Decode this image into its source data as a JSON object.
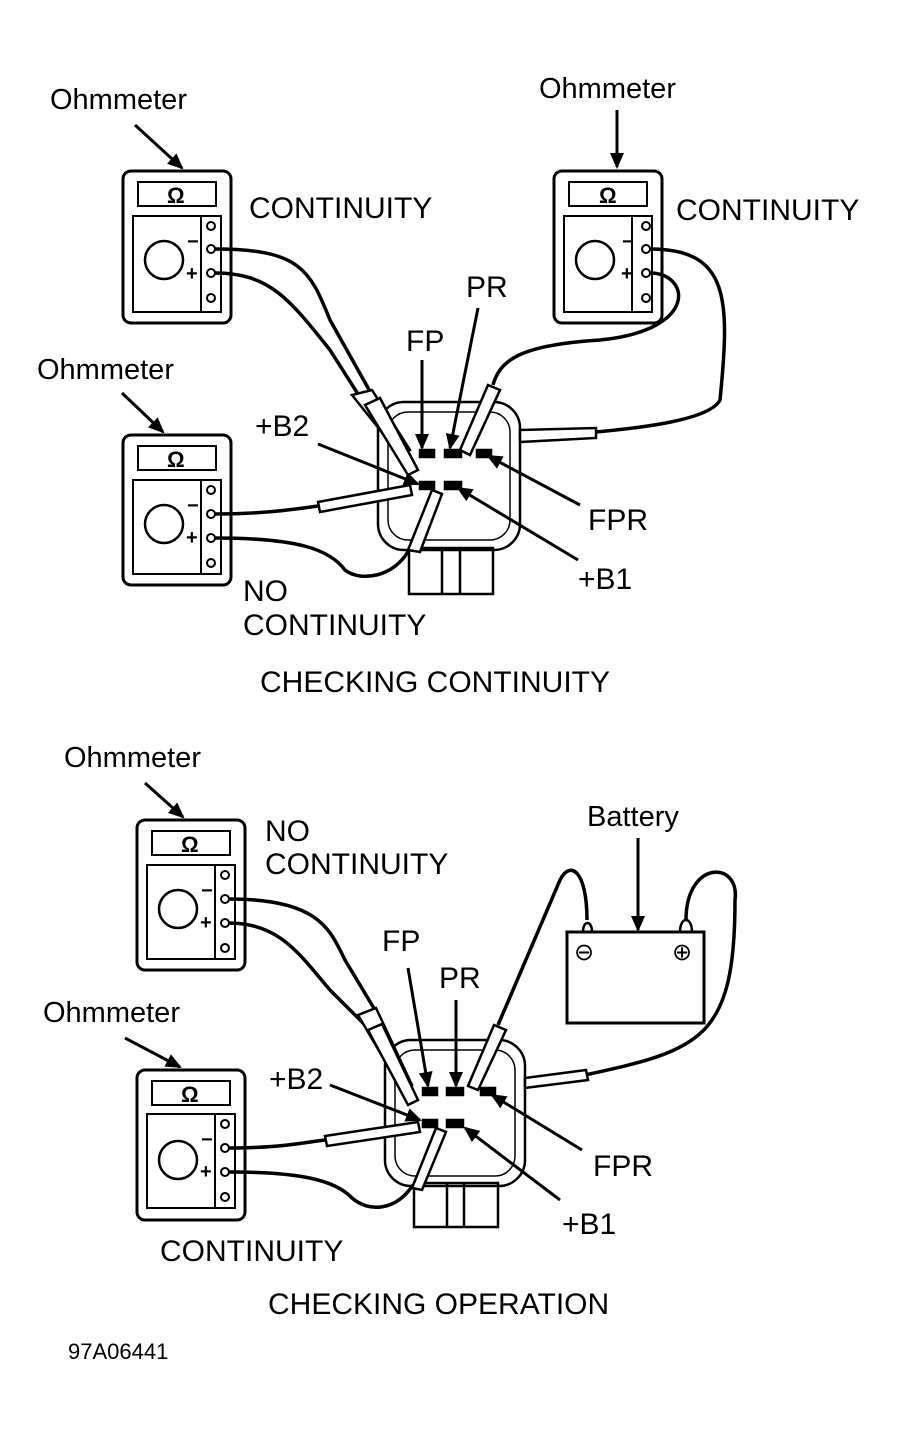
{
  "figure_code": "97A06441",
  "top_panel": {
    "caption": "CHECKING CONTINUITY",
    "meters": [
      {
        "label": "Ohmmeter",
        "result": "CONTINUITY",
        "symbol": "Ω"
      },
      {
        "label": "Ohmmeter",
        "result": "CONTINUITY",
        "symbol": "Ω"
      },
      {
        "label": "Ohmmeter",
        "result_line1": "NO",
        "result_line2": "CONTINUITY",
        "symbol": "Ω"
      }
    ],
    "terminals": {
      "fp": "FP",
      "pr": "PR",
      "b2": "+B2",
      "fpr": "FPR",
      "b1": "+B1"
    }
  },
  "bottom_panel": {
    "caption": "CHECKING OPERATION",
    "meters": [
      {
        "label": "Ohmmeter",
        "result_line1": "NO",
        "result_line2": "CONTINUITY",
        "symbol": "Ω"
      },
      {
        "label": "Ohmmeter",
        "result": "CONTINUITY",
        "symbol": "Ω"
      }
    ],
    "battery": {
      "label": "Battery",
      "neg": "⊖",
      "pos": "⊕"
    },
    "terminals": {
      "fp": "FP",
      "pr": "PR",
      "b2": "+B2",
      "fpr": "FPR",
      "b1": "+B1"
    }
  },
  "meter_signs": {
    "minus": "−",
    "plus": "+"
  }
}
